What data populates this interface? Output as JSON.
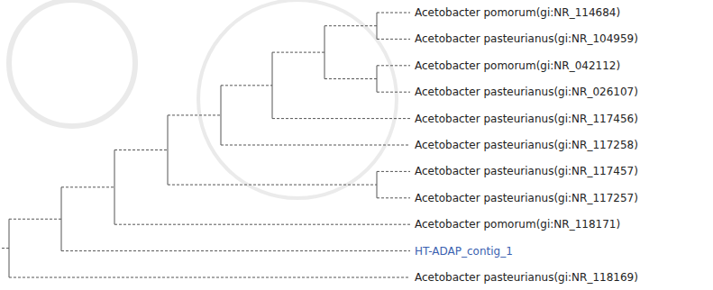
{
  "diagram": {
    "labels": [
      "Acetobacter pomorum(gi:NR_114684)",
      "Acetobacter pasteurianus(gi:NR_104959)",
      "Acetobacter pomorum(gi:NR_042112)",
      "Acetobacter pasteurianus(gi:NR_026107)",
      "Acetobacter pasteurianus(gi:NR_117456)",
      "Acetobacter pasteurianus(gi:NR_117258)",
      "Acetobacter pasteurianus(gi:NR_117457)",
      "Acetobacter pasteurianus(gi:NR_117257)",
      "Acetobacter pomorum(gi:NR_118171)",
      "HT-ADAP_contig_1",
      "Acetobacter pasteurianus(gi:NR_118169)"
    ]
  }
}
